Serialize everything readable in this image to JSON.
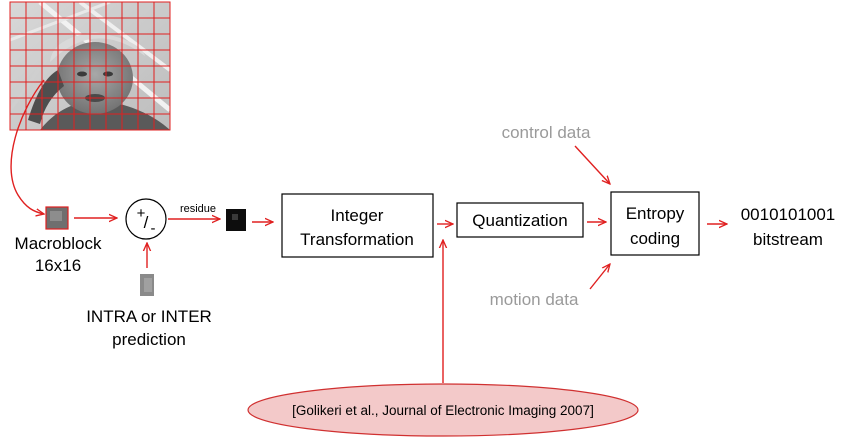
{
  "labels": {
    "macroblock": "Macroblock",
    "macroblock_size": "16x16",
    "residue": "residue",
    "sum_plus": "+",
    "sum_minus": "-",
    "sum_slash": "/",
    "prediction_line1": "INTRA or INTER",
    "prediction_line2": "prediction",
    "transform_line1": "Integer",
    "transform_line2": "Transformation",
    "quantization": "Quantization",
    "entropy_line1": "Entropy",
    "entropy_line2": "coding",
    "bitstream_bits": "0010101001",
    "bitstream": "bitstream",
    "control_data": "control data",
    "motion_data": "motion data",
    "citation": "[Golikeri et al., Journal of Electronic Imaging 2007]"
  },
  "colors": {
    "arrow": "#e02020",
    "grid": "#e02020",
    "citation_fill": "#f3c9c9",
    "side_input_text": "#9a9a9a"
  }
}
